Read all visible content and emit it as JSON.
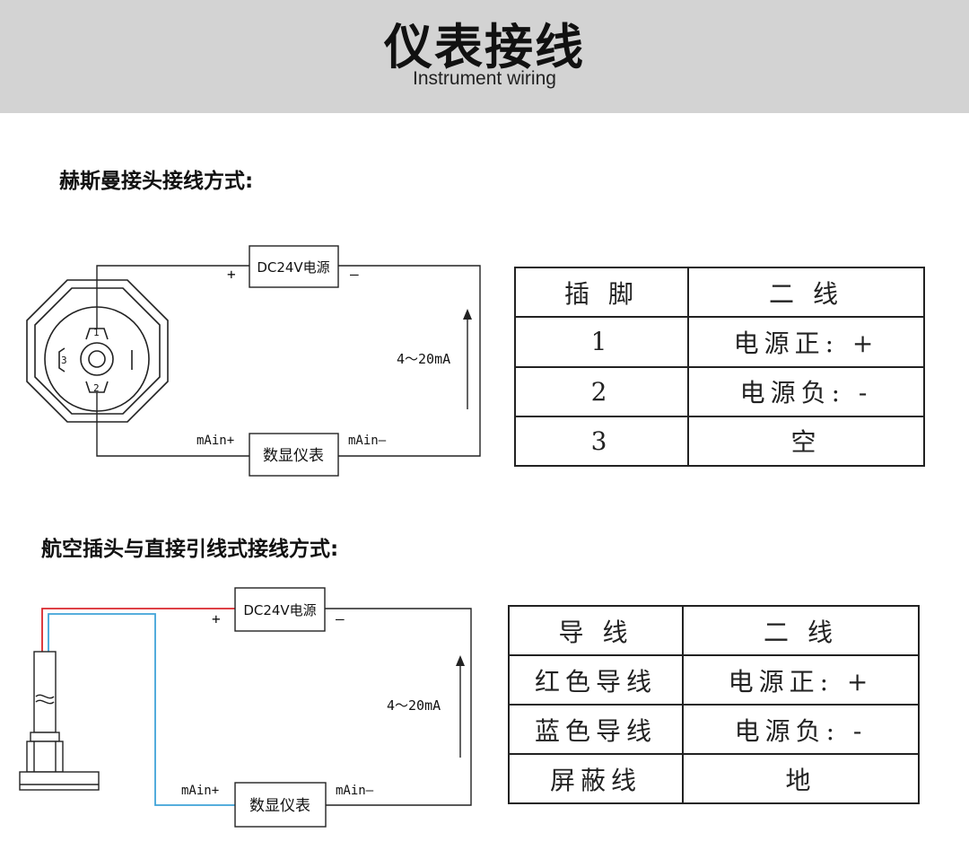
{
  "header": {
    "title": "仪表接线",
    "subtitle": "Instrument wiring"
  },
  "section1": {
    "title": "赫斯曼接头接线方式:",
    "diagram": {
      "power_label": "DC24V电源",
      "plus": "+",
      "minus": "–",
      "current_label": "4～20mA",
      "display_label": "数显仪表",
      "main_plus": "mAin+",
      "main_minus": "mAin–",
      "pins": [
        "1",
        "2",
        "3"
      ]
    },
    "table": {
      "headers": [
        "插 脚",
        "二 线"
      ],
      "rows": [
        [
          "1",
          "电源正: +"
        ],
        [
          "2",
          "电源负: -"
        ],
        [
          "3",
          "空"
        ]
      ]
    }
  },
  "section2": {
    "title": "航空插头与直接引线式接线方式:",
    "diagram": {
      "power_label": "DC24V电源",
      "plus": "+",
      "minus": "–",
      "current_label": "4～20mA",
      "display_label": "数显仪表",
      "main_plus": "mAin+",
      "main_minus": "mAin–",
      "wire_colors": {
        "red": "#d9262c",
        "blue": "#3fa3d8"
      }
    },
    "table": {
      "headers": [
        "导 线",
        "二 线"
      ],
      "rows": [
        [
          "红色导线",
          "电源正: +"
        ],
        [
          "蓝色导线",
          "电源负: -"
        ],
        [
          "屏蔽线",
          "地"
        ]
      ]
    }
  }
}
